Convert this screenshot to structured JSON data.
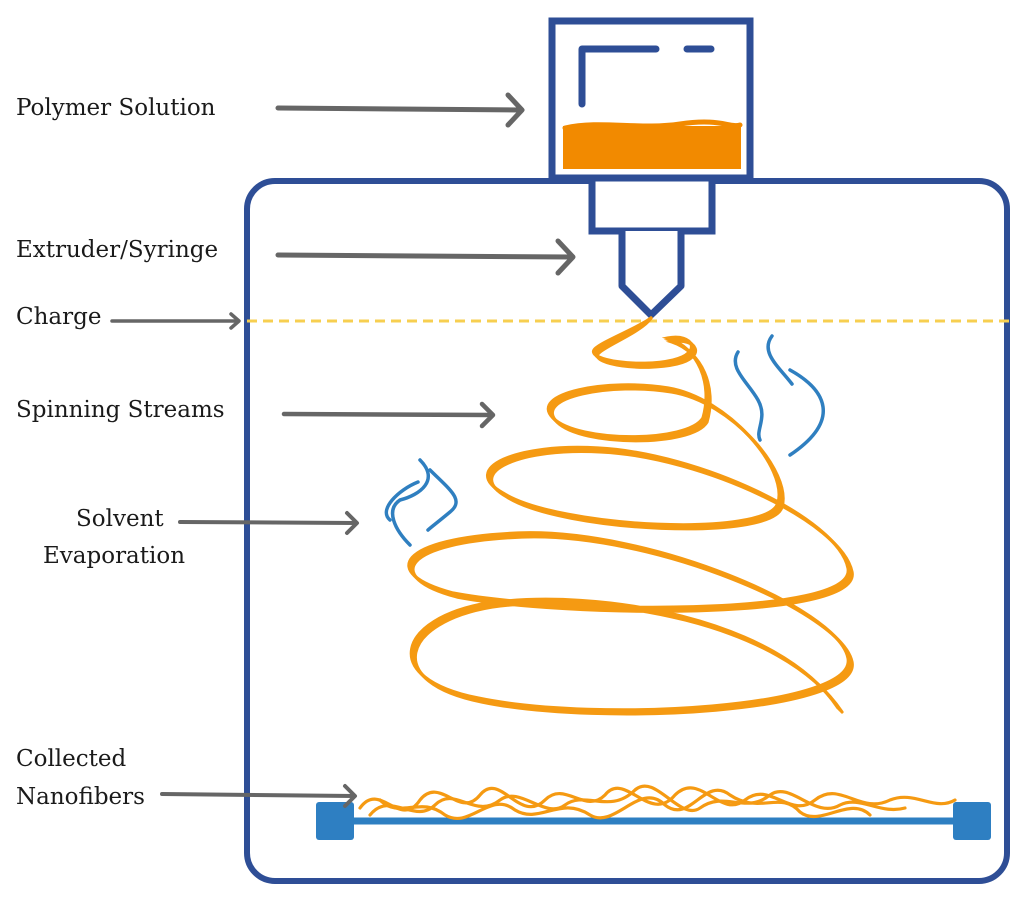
{
  "diagram": {
    "labels": {
      "polymer_solution": "Polymer Solution",
      "extruder_syringe": "Extruder/Syringe",
      "charge": "Charge",
      "spinning_streams": "Spinning Streams",
      "solvent_line1": "Solvent",
      "solvent_line2": "Evaporation",
      "collected_line1": "Collected",
      "collected_line2": "Nanofibers"
    },
    "colors": {
      "frame": "#2e4e96",
      "arrow": "#666666",
      "polymer": "#f28a00",
      "fiber": "#f59a12",
      "charge_line": "#f7cf50",
      "vapor": "#2f7fc0",
      "collector": "#2e7fc2"
    }
  }
}
